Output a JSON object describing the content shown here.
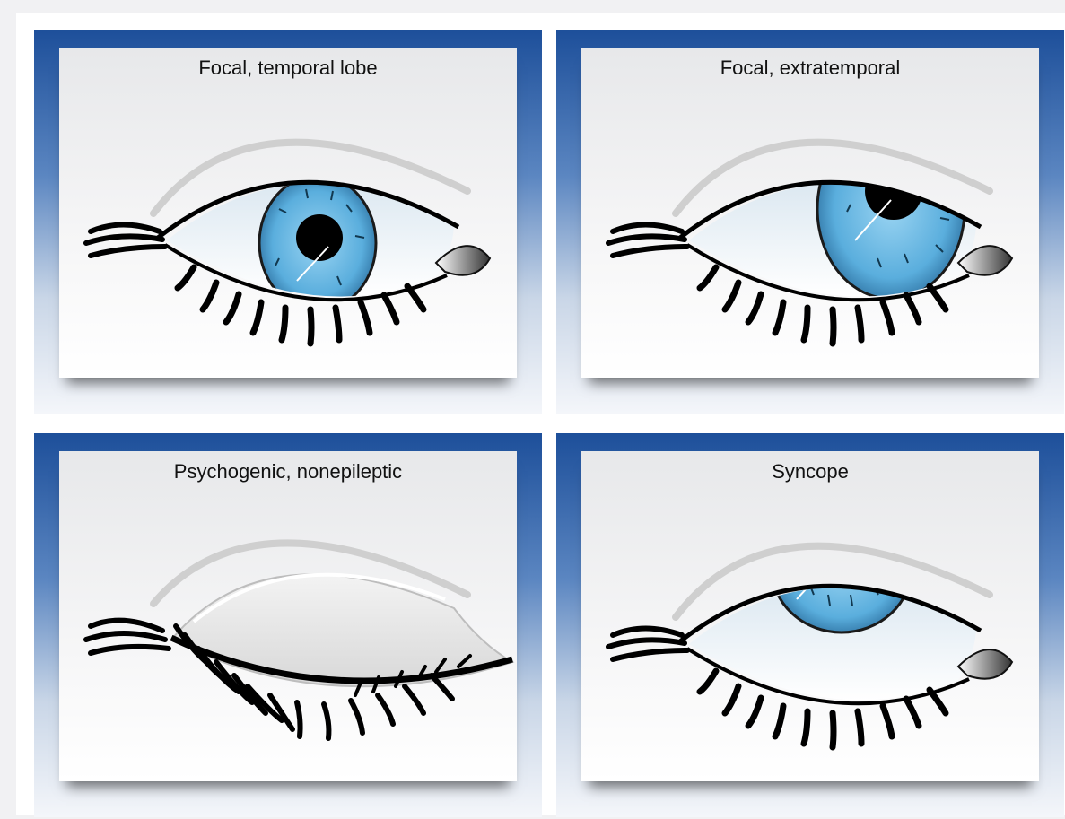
{
  "panels": [
    {
      "label": "Focal, temporal lobe",
      "state": "open-centered",
      "gaze": "center"
    },
    {
      "label": "Focal, extratemporal",
      "state": "open-deviated",
      "gaze": "up-right"
    },
    {
      "label": "Psychogenic, nonepileptic",
      "state": "closed",
      "gaze": "none"
    },
    {
      "label": "Syncope",
      "state": "open-rolled-up",
      "gaze": "up"
    }
  ],
  "colors": {
    "iris": "#5aaedd",
    "iris_dark": "#2c6f9f",
    "panel_blue": "#1d4f9a"
  }
}
